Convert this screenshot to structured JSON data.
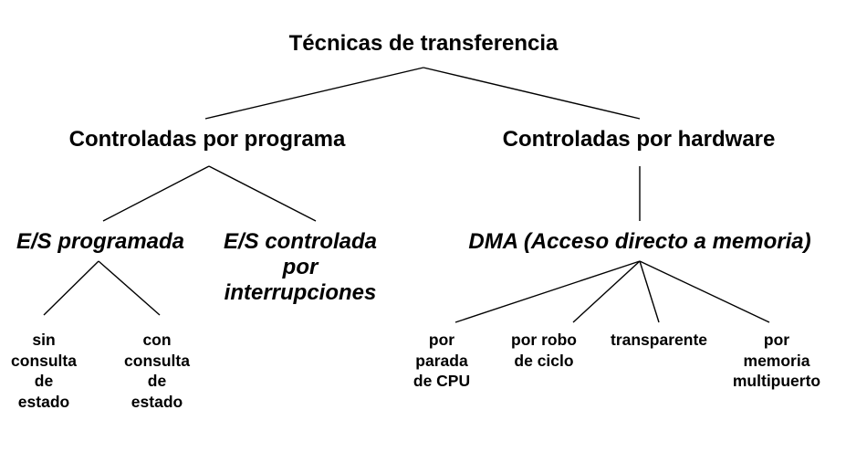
{
  "diagram": {
    "title": "Técnicas de transferencia",
    "program_controlled": {
      "label": "Controladas por programa",
      "programmed_io": {
        "label": "E/S programada",
        "without_status": [
          "sin",
          "consulta",
          "de",
          "estado"
        ],
        "with_status": [
          "con",
          "consulta",
          "de",
          "estado"
        ]
      },
      "interrupt_io": [
        "E/S controlada",
        "por",
        "interrupciones"
      ]
    },
    "hardware_controlled": {
      "label": "Controladas por hardware",
      "dma": {
        "label": "DMA (Acceso directo a memoria)",
        "cpu_halt": [
          "por",
          "parada",
          "de CPU"
        ],
        "cycle_steal": [
          "por robo",
          "de ciclo"
        ],
        "transparent": [
          "transparente"
        ],
        "multiport": [
          "por",
          "memoria",
          "multipuerto"
        ]
      }
    }
  }
}
